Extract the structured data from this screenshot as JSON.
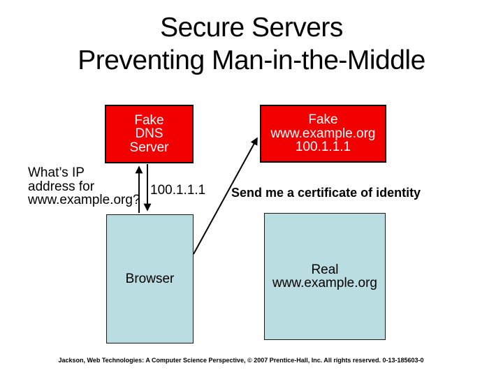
{
  "slide": {
    "title_line1": "Secure Servers",
    "title_line2": "Preventing Man-in-the-Middle",
    "footer": "Jackson, Web Technologies: A Computer Science Perspective, © 2007 Prentice-Hall, Inc. All rights reserved. 0-13-185603-0"
  },
  "colors": {
    "attacker_box_bg": "#f20000",
    "attacker_box_text": "#ffffff",
    "honest_box_bg": "#badde2",
    "box_border": "#000000",
    "arrow": "#000000"
  },
  "diagram": {
    "fake_dns_box": {
      "line1": "Fake",
      "line2": "DNS",
      "line3": "Server"
    },
    "fake_web_box": {
      "line1": "Fake",
      "line2": "www.example.org",
      "line3": "100.1.1.1"
    },
    "browser_box": {
      "label": "Browser"
    },
    "real_web_box": {
      "line1": "Real",
      "line2": "www.example.org"
    },
    "dns_question": {
      "line1": "What’s IP",
      "line2": "address for",
      "line3": "www.example.org?"
    },
    "dns_answer": "100.1.1.1",
    "certificate_request": "Send me a certificate of identity"
  }
}
